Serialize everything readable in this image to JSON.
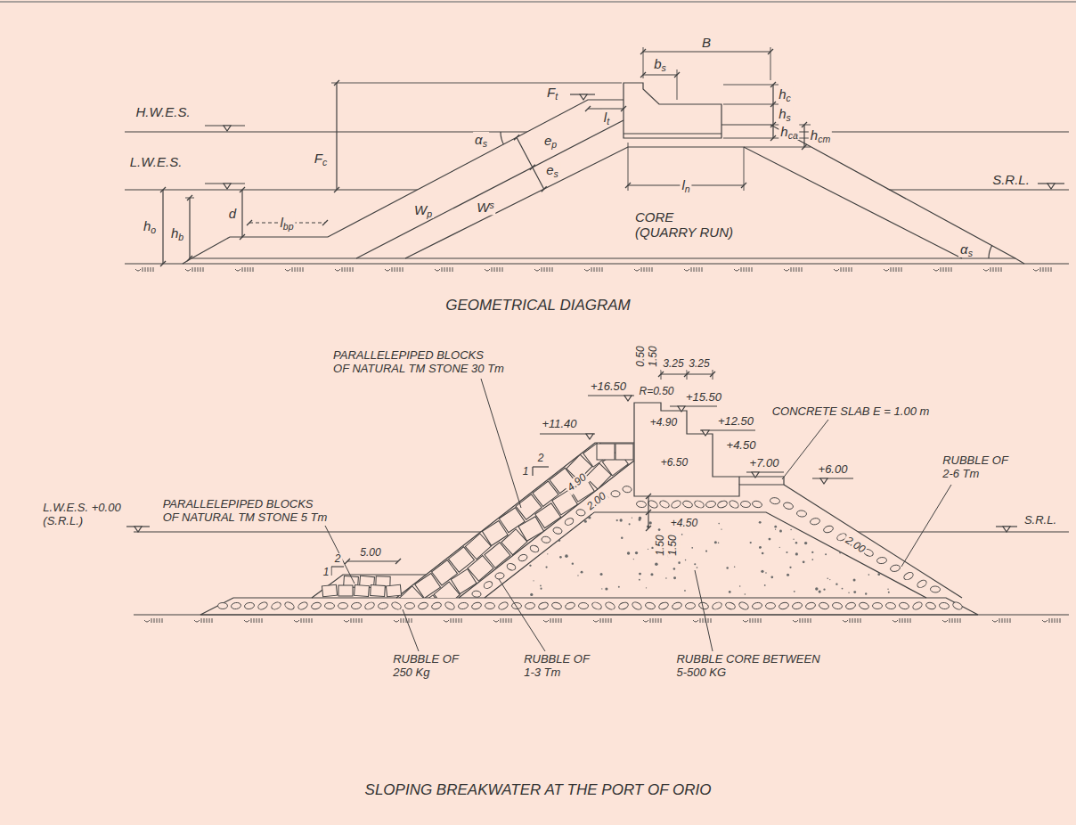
{
  "diagram": {
    "labels": [
      "H.W.E.S.",
      "Ft",
      "bs",
      "B",
      "hc",
      "hs",
      "hca",
      "hcm",
      "lt",
      "Fc",
      "αs",
      "ep",
      "es",
      "L.W.E.S.",
      "ho",
      "hb",
      "d",
      "lbp",
      "Wp",
      "Ws",
      "ln",
      "S.R.L.",
      "CORE (QUARRY RUN)",
      "αs",
      "GEOMETRICAL DIAGRAM",
      "0.50",
      "1.50",
      "3.25",
      "3.25",
      "+16.50",
      "+15.50",
      "R=0.50",
      "+4.90",
      "+11.40",
      "+12.50",
      "+4.50",
      "+6.50",
      "+7.00",
      "+6.00",
      "CONCRETE SLAB E = 1.00 m",
      "PARALLELEPIPED BLOCKS OF NATURAL TM STONE 30 Tm",
      "2",
      "1",
      "4.90",
      "2.00",
      "L.W.E.S. +0.00 (S.R.L.)",
      "5.00",
      "PARALLELEPIPED BLOCKS OF NATURAL TM STONE 5 Tm",
      "2",
      "1",
      "S.R.L.",
      "RUBBLE OF 2-6 Tm",
      "2.00",
      "+4.50",
      "1.50",
      "1.50",
      "RUBBLE OF 250 Kg",
      "RUBBLE OF 1-3 Tm",
      "RUBBLE CORE BETWEEN 5-500 KG",
      "SLOPING BREAKWATER AT THE PORT OF ORIO"
    ]
  }
}
